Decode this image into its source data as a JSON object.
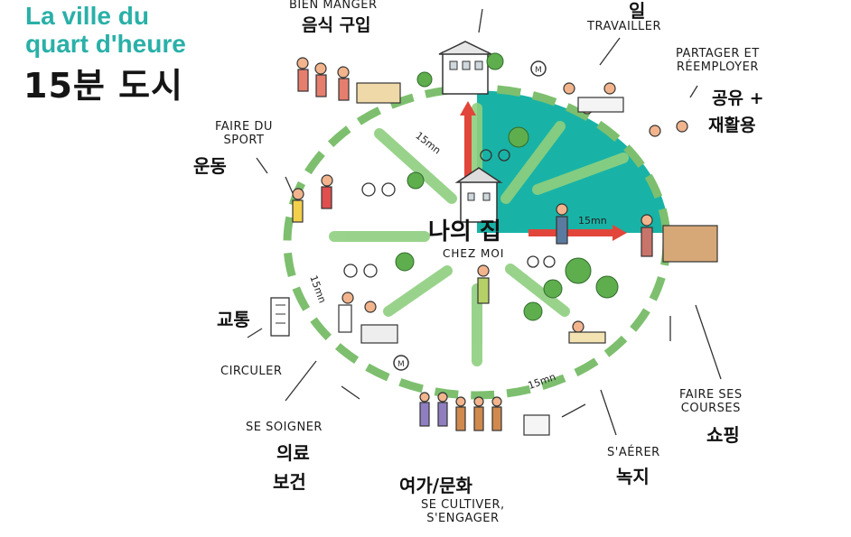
{
  "title": {
    "line1": "La ville du",
    "line2": "quart d'heure",
    "korean": "15분 도시"
  },
  "center": {
    "korean": "나의 집",
    "french": "CHEZ MOI"
  },
  "durations": {
    "ring_top": "15mn",
    "arrow_right": "15mn",
    "ring_left": "15mn",
    "ring_bottom": "15mn"
  },
  "sectors": {
    "bien_manger": {
      "fr": "BIEN MANGER",
      "ko": "음식 구입"
    },
    "travailler": {
      "fr": "TRAVAILLER",
      "ko": "일"
    },
    "partager": {
      "fr_line1": "PARTAGER ET",
      "fr_line2": "RÉEMPLOYER",
      "ko_line1": "공유 +",
      "ko_line2": "재활용"
    },
    "faire_du_sport": {
      "fr_line1": "FAIRE DU",
      "fr_line2": "SPORT",
      "ko": "운동"
    },
    "circuler": {
      "fr": "CIRCULER",
      "ko": "교통"
    },
    "se_soigner": {
      "fr": "SE SOIGNER",
      "ko_line1": "의료",
      "ko_line2": "보건"
    },
    "se_cultiver": {
      "fr_line1": "SE CULTIVER,",
      "fr_line2": "S'ENGAGER",
      "ko": "여가/문화"
    },
    "s_aerer": {
      "fr": "S'AÉRER",
      "ko": "녹지"
    },
    "faire_courses": {
      "fr_line1": "FAIRE SES",
      "fr_line2": "COURSES",
      "ko": "쇼핑"
    }
  },
  "colors": {
    "teal": "#18b3a6",
    "ring_green": "#7dbf6e",
    "arrow_red": "#e2463a"
  }
}
